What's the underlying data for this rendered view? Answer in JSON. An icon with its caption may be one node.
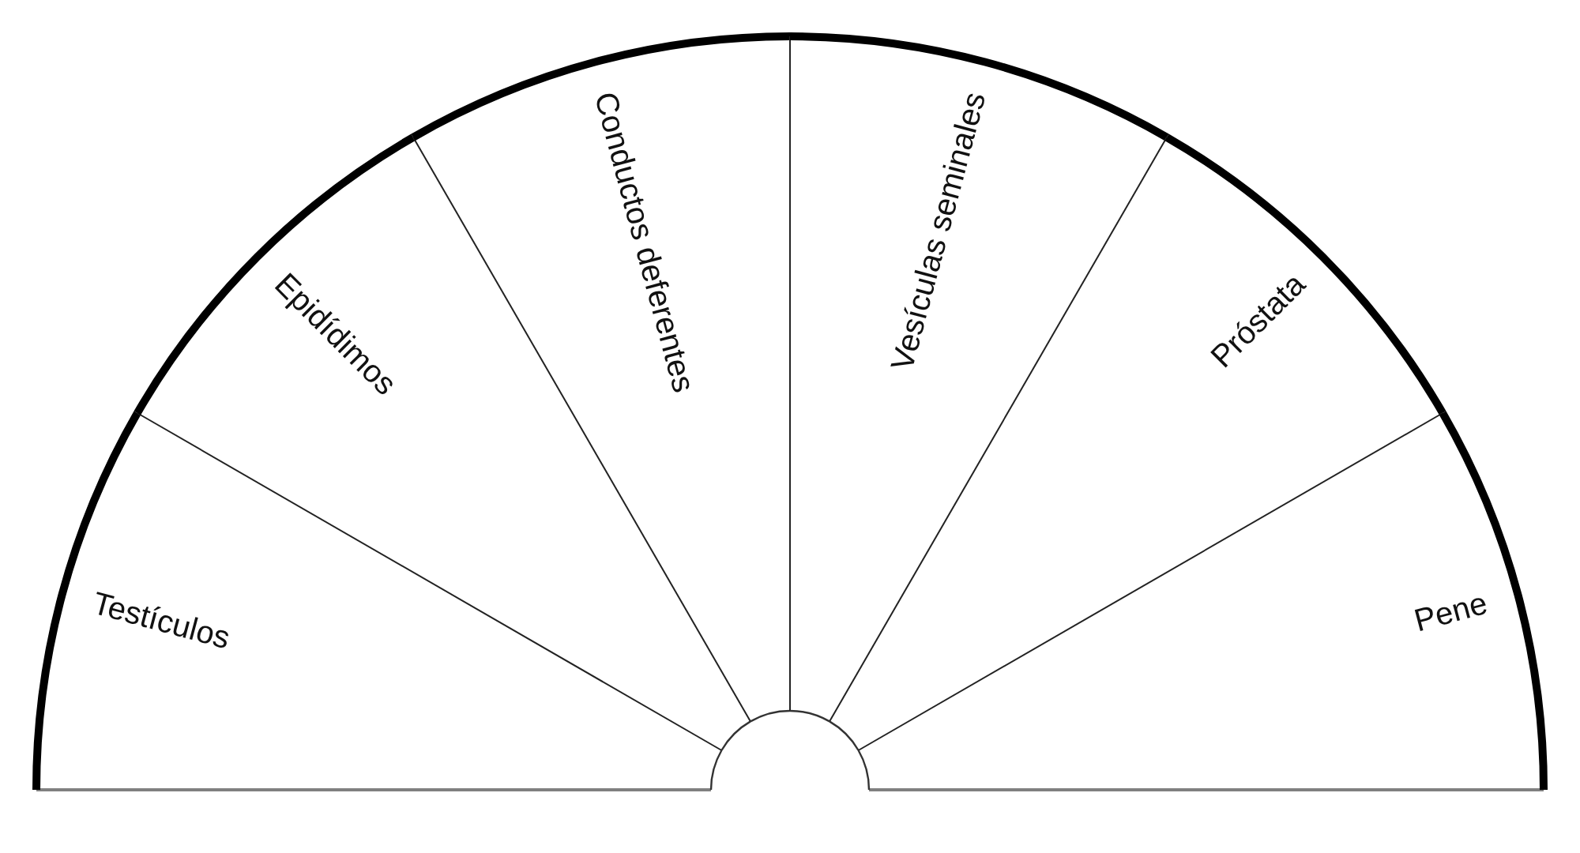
{
  "diagram": {
    "nodes": [
      {
        "text": [
          "Testículos"
        ]
      },
      {
        "text": [
          "Epidídimos"
        ]
      },
      {
        "text": [
          "Conductos deferentes"
        ]
      },
      {
        "text": [
          "Vesículas seminales"
        ]
      },
      {
        "text": [
          "Próstata"
        ]
      },
      {
        "text": [
          "Pene"
        ]
      }
    ]
  }
}
